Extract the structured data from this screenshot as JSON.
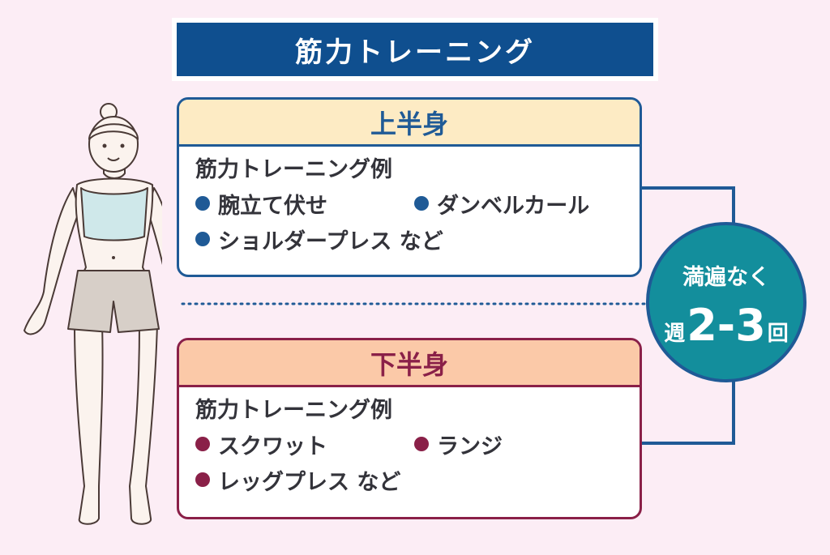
{
  "title": "筋力トレーニング",
  "upper": {
    "heading": "上半身",
    "examples_title": "筋力トレーニング例",
    "items": [
      "腕立て伏せ",
      "ダンベルカール",
      "ショルダープレス など"
    ]
  },
  "lower": {
    "heading": "下半身",
    "examples_title": "筋力トレーニング例",
    "items": [
      "スクワット",
      "ランジ",
      "レッグプレス など"
    ]
  },
  "frequency": {
    "line1": "満遍なく",
    "prefix": "週",
    "value": "2-3",
    "suffix": "回"
  },
  "colors": {
    "background": "#fcedf5",
    "title_bg": "#0f4f8f",
    "upper_accent": "#1f5a96",
    "lower_accent": "#8a2048",
    "circle": "#138e9c"
  },
  "icons": [
    "woman-figure-illustration"
  ]
}
